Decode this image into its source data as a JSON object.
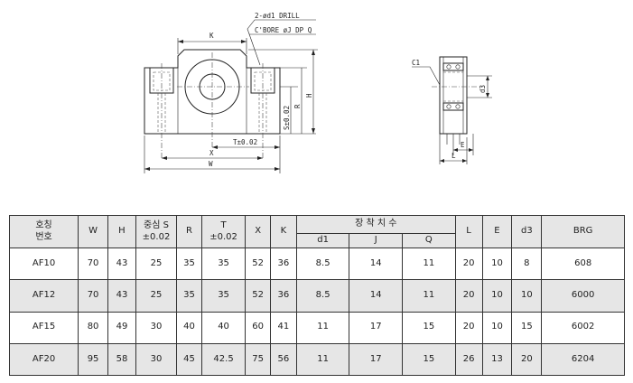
{
  "drawing": {
    "front": {
      "K": "K",
      "drill_note_1": "2-ød1 DRILL",
      "drill_note_2": "C'BORE øJ DP Q",
      "S": "S±0.02",
      "R": "R",
      "H": "H",
      "T": "T±0.02",
      "X": "X",
      "W": "W"
    },
    "side": {
      "C1": "C1",
      "d3": "d3",
      "E": "E",
      "L": "L"
    }
  },
  "table": {
    "headers": {
      "code_line1": "호칭",
      "code_line2": "번호",
      "W": "W",
      "H": "H",
      "S_line1": "중심 S",
      "S_line2": "±0.02",
      "R": "R",
      "T_line1": "T",
      "T_line2": "±0.02",
      "X": "X",
      "K": "K",
      "mount": "장 착 치 수",
      "d1": "d1",
      "J": "J",
      "Q": "Q",
      "L": "L",
      "E": "E",
      "d3": "d3",
      "BRG": "BRG"
    },
    "rows": [
      [
        "AF10",
        "70",
        "43",
        "25",
        "35",
        "35",
        "52",
        "36",
        "8.5",
        "14",
        "11",
        "20",
        "10",
        "8",
        "608"
      ],
      [
        "AF12",
        "70",
        "43",
        "25",
        "35",
        "35",
        "52",
        "36",
        "8.5",
        "14",
        "11",
        "20",
        "10",
        "10",
        "6000"
      ],
      [
        "AF15",
        "80",
        "49",
        "30",
        "40",
        "40",
        "60",
        "41",
        "11",
        "17",
        "15",
        "20",
        "10",
        "15",
        "6002"
      ],
      [
        "AF20",
        "95",
        "58",
        "30",
        "45",
        "42.5",
        "75",
        "56",
        "11",
        "17",
        "15",
        "26",
        "13",
        "20",
        "6204"
      ]
    ]
  }
}
